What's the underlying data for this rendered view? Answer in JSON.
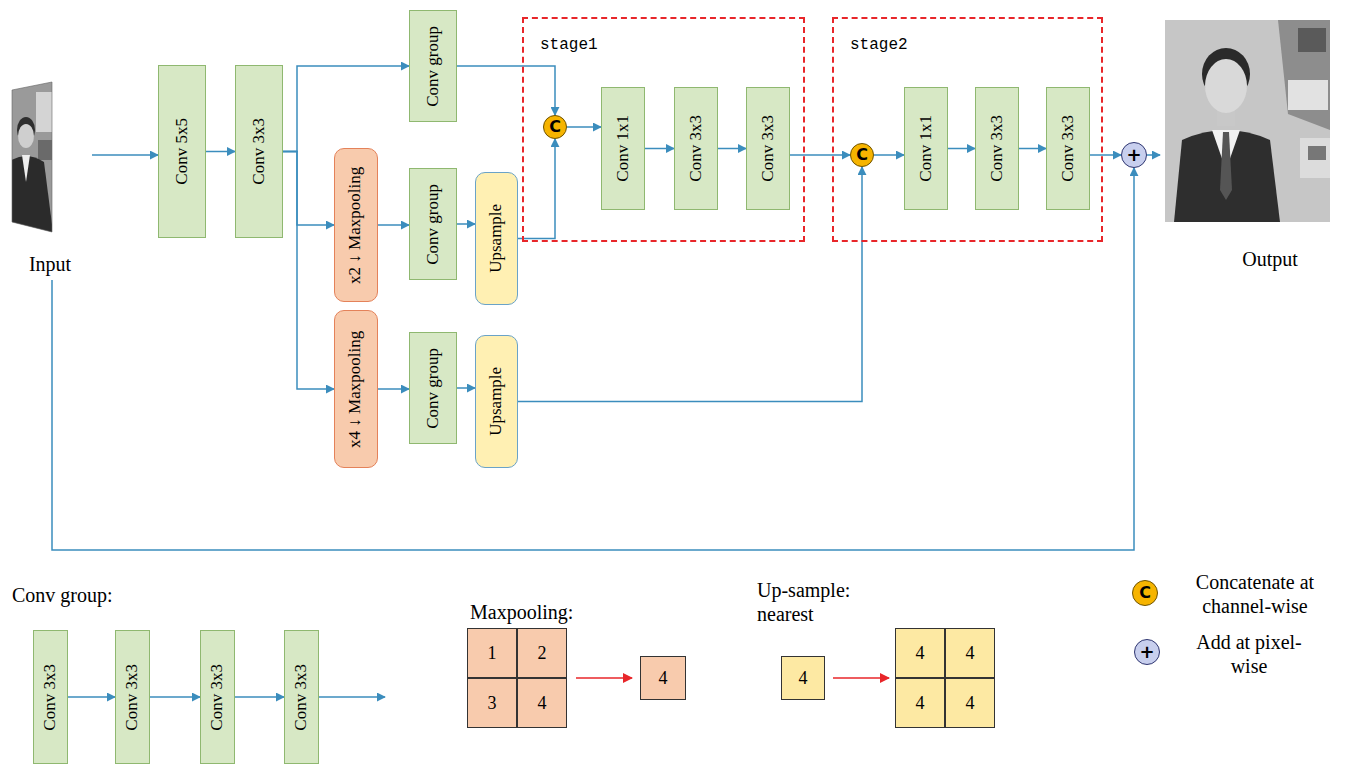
{
  "diagram": {
    "nodes": [
      {
        "text": [
          "Input"
        ]
      },
      {
        "text": [
          "Conv 5x5"
        ]
      },
      {
        "text": [
          "Conv 3x3"
        ]
      },
      {
        "text": [
          "Conv group"
        ]
      },
      {
        "text": [
          "x2 ↓ Maxpooling"
        ]
      },
      {
        "text": [
          "Conv group"
        ]
      },
      {
        "text": [
          "Upsample"
        ]
      },
      {
        "text": [
          "x4 ↓ Maxpooling"
        ]
      },
      {
        "text": [
          "Conv group"
        ]
      },
      {
        "text": [
          "Upsample"
        ]
      },
      {
        "text": [
          "stage1"
        ]
      },
      {
        "text": [
          "C"
        ],
        "in": 10
      },
      {
        "text": [
          "Conv 1x1"
        ],
        "in": 10
      },
      {
        "text": [
          "Conv 3x3"
        ],
        "in": 10
      },
      {
        "text": [
          "Conv 3x3"
        ],
        "in": 10
      },
      {
        "text": [
          "stage2"
        ]
      },
      {
        "text": [
          "C"
        ],
        "in": 15
      },
      {
        "text": [
          "Conv 1x1"
        ],
        "in": 15
      },
      {
        "text": [
          "Conv 3x3"
        ],
        "in": 15
      },
      {
        "text": [
          "Conv 3x3"
        ],
        "in": 15
      },
      {
        "text": [
          "+"
        ]
      },
      {
        "text": [
          "Output"
        ]
      },
      {
        "text": [
          "Conv 3x3"
        ]
      },
      {
        "text": [
          "Conv 3x3"
        ]
      },
      {
        "text": [
          "Conv 3x3"
        ]
      },
      {
        "text": [
          "Conv 3x3"
        ]
      },
      {
        "text": [
          "1"
        ]
      },
      {
        "text": [
          "2"
        ]
      },
      {
        "text": [
          "3"
        ]
      },
      {
        "text": [
          "4"
        ]
      },
      {
        "text": [
          "4"
        ]
      },
      {
        "text": [
          "4"
        ]
      },
      {
        "text": [
          "4"
        ]
      },
      {
        "text": [
          "4"
        ]
      },
      {
        "text": [
          "4"
        ]
      },
      {
        "text": [
          "4"
        ]
      },
      {
        "text": [
          "C"
        ]
      },
      {
        "text": [
          "+"
        ]
      }
    ],
    "edges": [
      {
        "from": 0,
        "to": 1,
        "arrow": "to"
      },
      {
        "from": 1,
        "to": 2,
        "arrow": "to"
      },
      {
        "from": 2,
        "to": 3,
        "arrow": "to"
      },
      {
        "from": 2,
        "to": 4,
        "arrow": "to"
      },
      {
        "from": 2,
        "to": 7,
        "arrow": "to"
      },
      {
        "from": 4,
        "to": 5,
        "arrow": "to"
      },
      {
        "from": 5,
        "to": 6,
        "arrow": "to"
      },
      {
        "from": 7,
        "to": 8,
        "arrow": "to"
      },
      {
        "from": 8,
        "to": 9,
        "arrow": "to"
      },
      {
        "from": 3,
        "to": 11,
        "arrow": "to"
      },
      {
        "from": 6,
        "to": 11,
        "arrow": "to"
      },
      {
        "from": 11,
        "to": 12,
        "arrow": "to"
      },
      {
        "from": 12,
        "to": 13,
        "arrow": "to"
      },
      {
        "from": 13,
        "to": 14,
        "arrow": "to"
      },
      {
        "from": 14,
        "to": 16,
        "arrow": "to"
      },
      {
        "from": 9,
        "to": 16,
        "arrow": "to"
      },
      {
        "from": 16,
        "to": 17,
        "arrow": "to"
      },
      {
        "from": 17,
        "to": 18,
        "arrow": "to"
      },
      {
        "from": 18,
        "to": 19,
        "arrow": "to"
      },
      {
        "from": 19,
        "to": 20,
        "arrow": "to"
      },
      {
        "from": 0,
        "to": 20,
        "arrow": "to"
      },
      {
        "from": 20,
        "to": 21,
        "arrow": "to"
      },
      {
        "from": 22,
        "to": 23,
        "arrow": "to"
      },
      {
        "from": 23,
        "to": 24,
        "arrow": "to"
      },
      {
        "from": 24,
        "to": 25,
        "arrow": "to"
      }
    ],
    "labels": [
      "Conv group:",
      "Maxpooling:",
      "Up-sample: nearest",
      "Concatenate at channel-wise",
      "Add at pixel-wise"
    ]
  }
}
